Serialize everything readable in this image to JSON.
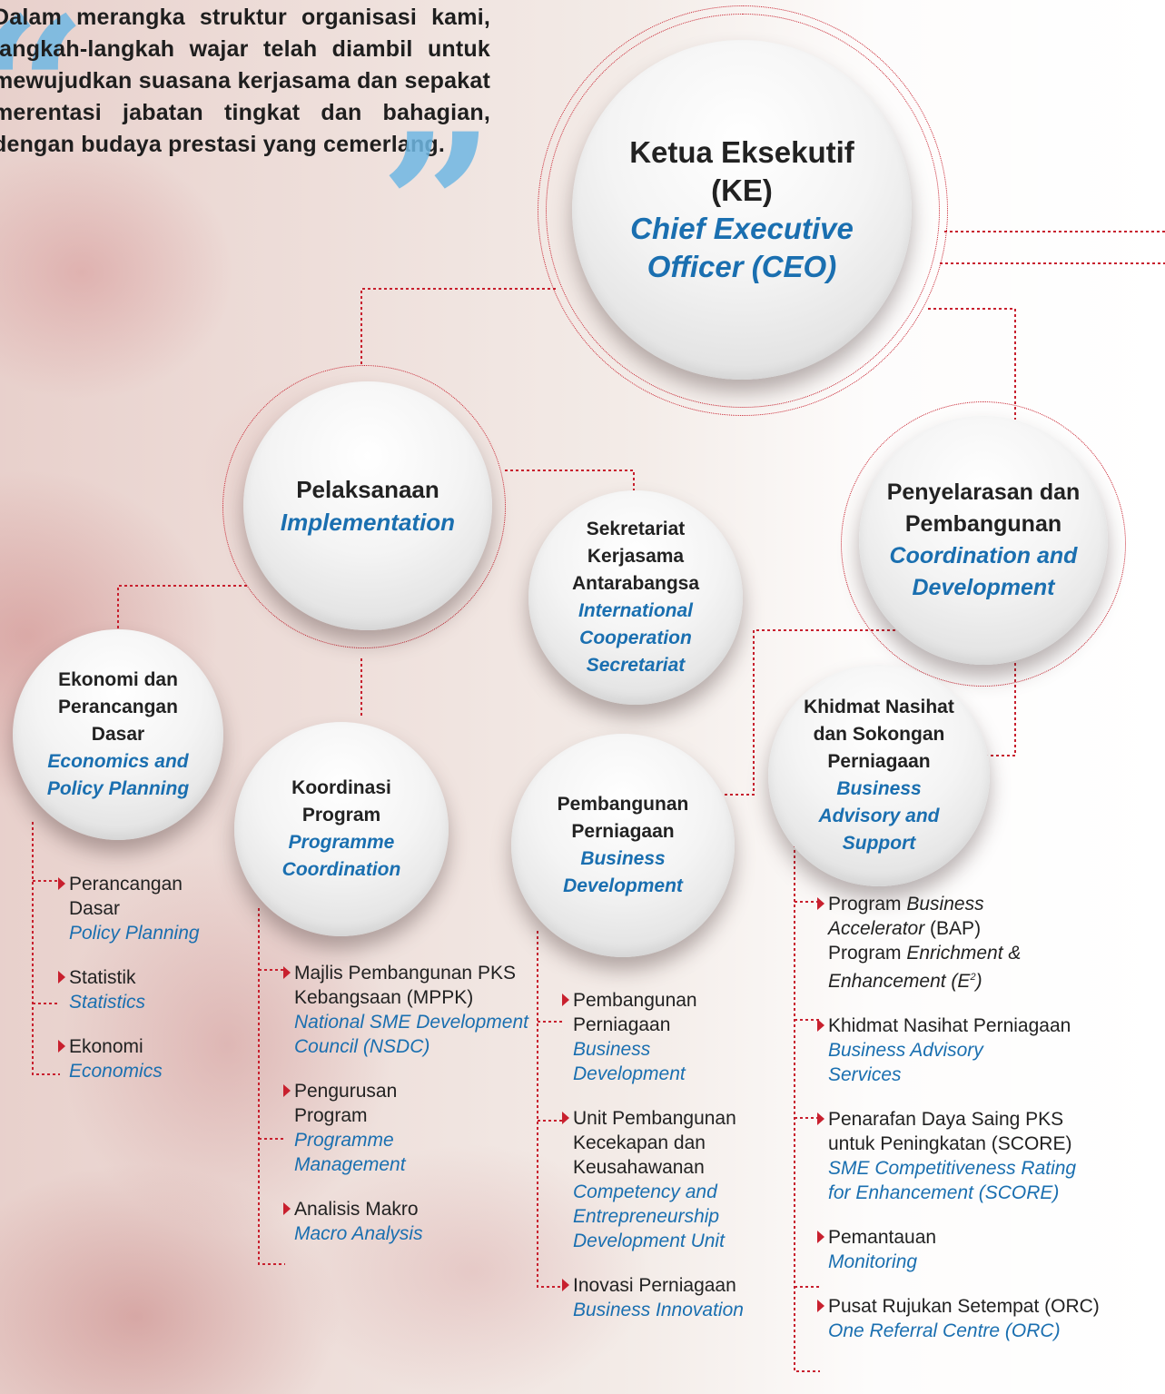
{
  "quote": {
    "text": "Dalam merangka struktur organisasi kami, langkah-langkah wajar telah diambil untuk mewujudkan suasana kerjasama dan sepakat merentasi jabatan tingkat dan bahagian, dengan budaya prestasi yang cemerlang."
  },
  "nodes": {
    "ceo": {
      "ms": "Ketua Eksekutif (KE)",
      "en": "Chief Executive Officer (CEO)"
    },
    "implementation": {
      "ms": "Pelaksanaan",
      "en": "Implementation"
    },
    "international": {
      "ms": "Sekretariat Kerjasama Antarabangsa",
      "en": "International Cooperation Secretariat"
    },
    "coordination": {
      "ms": "Penyelarasan dan Pembangunan",
      "en": "Coordination and Development"
    },
    "economics": {
      "ms": "Ekonomi dan Perancangan Dasar",
      "en": "Economics and Policy Planning"
    },
    "programme": {
      "ms": "Koordinasi Program",
      "en": "Programme Coordination"
    },
    "business_dev": {
      "ms": "Pembangunan Perniagaan",
      "en": "Business Development"
    },
    "advisory": {
      "ms": "Khidmat Nasihat dan Sokongan Perniagaan",
      "en": "Business Advisory and Support"
    }
  },
  "lists": {
    "economics": [
      {
        "ms": "Perancangan Dasar",
        "en": "Policy Planning"
      },
      {
        "ms": "Statistik",
        "en": "Statistics"
      },
      {
        "ms": "Ekonomi",
        "en": "Economics"
      }
    ],
    "programme": [
      {
        "ms": "Majlis Pembangunan PKS Kebangsaan (MPPK)",
        "en": "National SME Development Council (NSDC)"
      },
      {
        "ms": "Pengurusan Program",
        "en": "Programme Management"
      },
      {
        "ms": "Analisis Makro",
        "en": "Macro Analysis"
      }
    ],
    "business_dev": [
      {
        "ms": "Pembangunan Perniagaan",
        "en": "Business Development"
      },
      {
        "ms": "Unit Pembangunan Kecekapan dan Keusahawanan",
        "en": "Competency and Entrepreneurship Development Unit"
      },
      {
        "ms": "Inovasi Perniagaan",
        "en": "Business Innovation"
      }
    ],
    "advisory": [
      {
        "ms_pre": "Program ",
        "ms_it": "Business Accelerator",
        "ms_post": " (BAP)",
        "ms2_pre": "Program ",
        "ms2_it": "Enrichment & Enhancement (E",
        "sup": "2",
        "ms2_post": ")"
      },
      {
        "ms": "Khidmat Nasihat Perniagaan",
        "en": "Business Advisory Services"
      },
      {
        "ms": "Penarafan Daya Saing PKS untuk Peningkatan (SCORE)",
        "en": "SME Competitiveness Rating for Enhancement (SCORE)"
      },
      {
        "ms": "Pemantauan",
        "en": "Monitoring"
      },
      {
        "ms": "Pusat Rujukan Setempat (ORC)",
        "en": "One Referral Centre (ORC)"
      }
    ]
  }
}
